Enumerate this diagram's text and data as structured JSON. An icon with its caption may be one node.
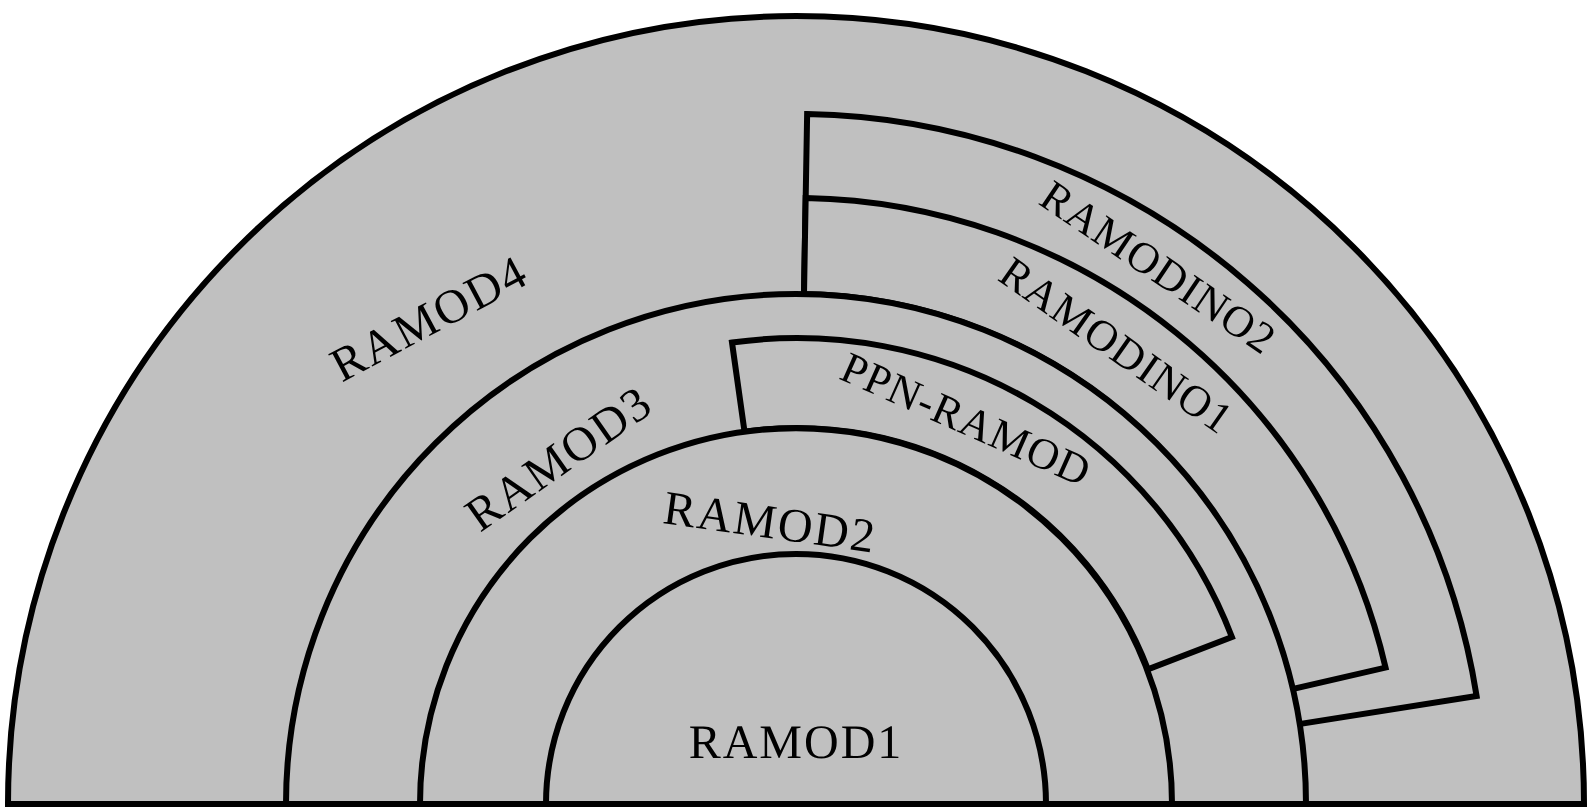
{
  "diagram": {
    "nodes": [
      {
        "text": [
          "RAMOD4"
        ]
      },
      {
        "text": [
          "RAMODINO2"
        ],
        "in": 0
      },
      {
        "text": [
          "RAMODINO1"
        ],
        "in": 1
      },
      {
        "text": [
          "RAMOD3"
        ],
        "in": 0
      },
      {
        "text": [
          "PPN-RAMOD"
        ],
        "in": 3
      },
      {
        "text": [
          "RAMOD2"
        ],
        "in": 3
      },
      {
        "text": [
          "RAMOD1"
        ],
        "in": 5
      }
    ]
  }
}
